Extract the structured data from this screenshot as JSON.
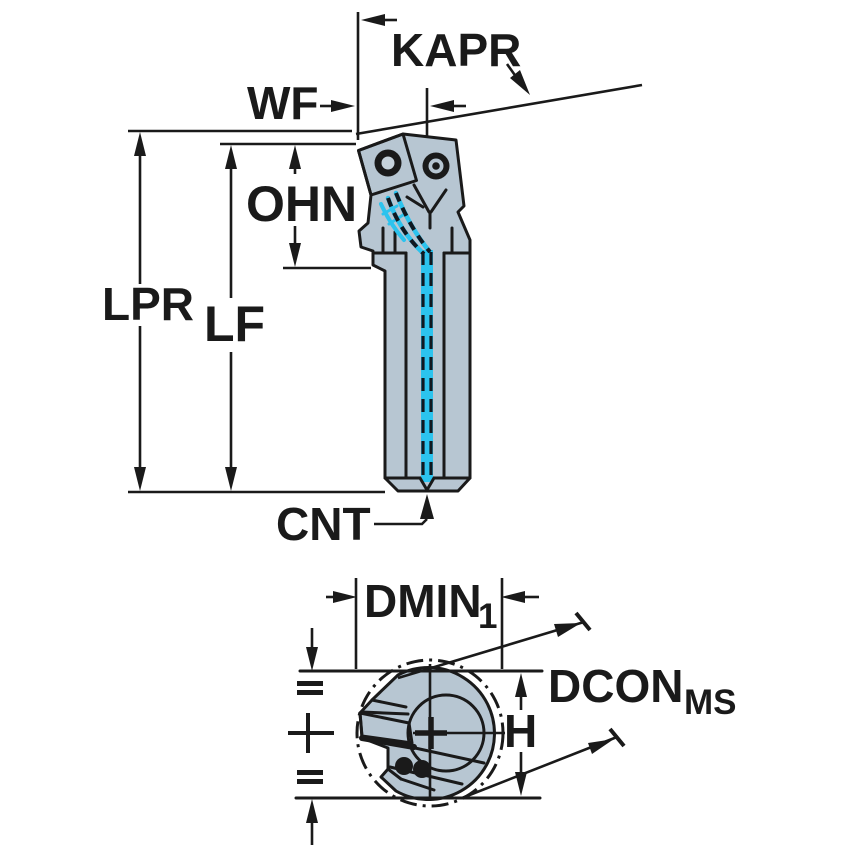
{
  "drawing": {
    "dimension_labels": {
      "kapr": "KAPR",
      "wf": "WF",
      "ohn": "OHN",
      "lpr": "LPR",
      "lf": "LF",
      "cnt": "CNT",
      "dmin": "DMIN",
      "dmin_subscript": "1",
      "dcon": "DCON",
      "dcon_subscript": "MS",
      "h": "H"
    },
    "colors": {
      "tool_body": "#b7c6d2",
      "insert_yellow": "#f6c60a",
      "insert_hole_inner": "#c6d2db",
      "coolant_cyan": "#2cc3ee",
      "line_black": "#1a1a1a",
      "background": "#ffffff"
    }
  }
}
